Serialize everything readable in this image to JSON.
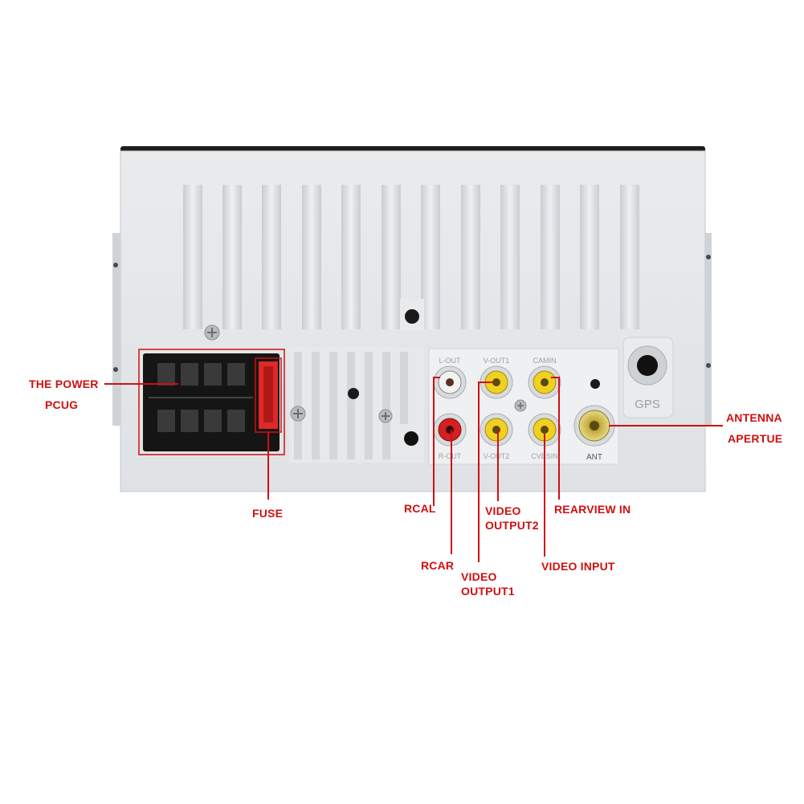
{
  "panel_labels": {
    "gps": "GPS",
    "ant": "ANT",
    "l_out": "L-OUT",
    "v_out1": "V-OUT1",
    "camin": "CAMIN",
    "r_out": "R-OUT",
    "v_out2": "V-OUT2",
    "cvbsin": "CVBSIN"
  },
  "callouts": {
    "power_plug": [
      "THE POWER",
      "PCUG"
    ],
    "fuse": [
      "FUSE"
    ],
    "rcal": [
      "RCAL"
    ],
    "rcar": [
      "RCAR"
    ],
    "video_output1": [
      "VIDEO",
      "OUTPUT1"
    ],
    "video_output2": [
      "VIDEO",
      "OUTPUT2"
    ],
    "rearview_in": [
      "REARVIEW IN"
    ],
    "video_input": [
      "VIDEO INPUT"
    ],
    "antenna": [
      "ANTENNA",
      "APERTUE"
    ]
  },
  "colors": {
    "callout_red": "#d01010",
    "unit_body": "#e4e6e8",
    "connector_black": "#151515",
    "rca_white": "#f2f2f2",
    "rca_red": "#d42020",
    "rca_yellow": "#f0d020",
    "antenna_gold": "#c8b040"
  }
}
